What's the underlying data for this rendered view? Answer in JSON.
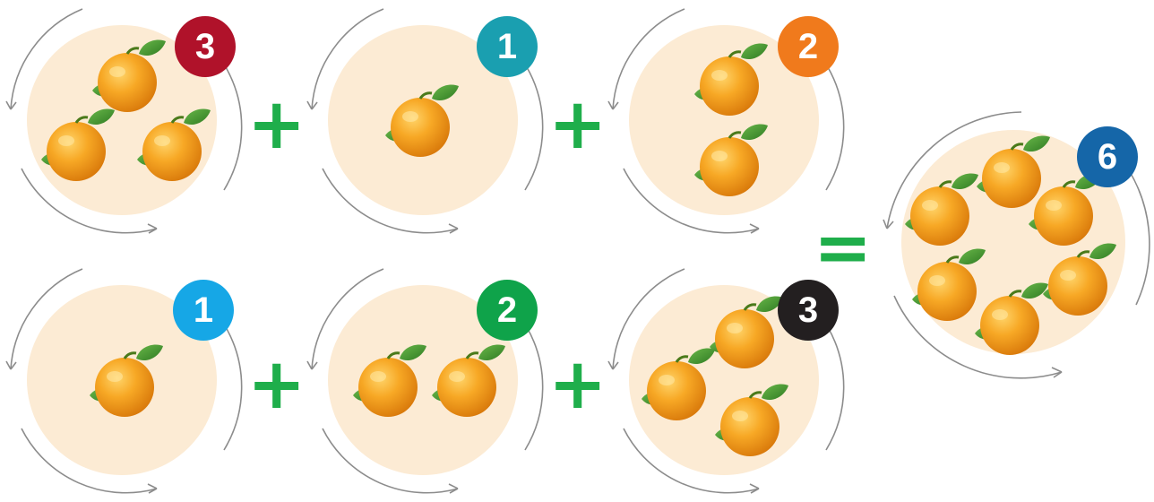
{
  "colors": {
    "plate": "#fcebd4",
    "arrow": "#8c8c8c",
    "operator": "#1fae4b"
  },
  "operators": {
    "plus": "+",
    "equals": "="
  },
  "groups": [
    {
      "count": "3",
      "badge_color": "#b0122a"
    },
    {
      "count": "1",
      "badge_color": "#1a9fb0"
    },
    {
      "count": "2",
      "badge_color": "#f07a1c"
    },
    {
      "count": "1",
      "badge_color": "#16a7e6"
    },
    {
      "count": "2",
      "badge_color": "#0fa34a"
    },
    {
      "count": "3",
      "badge_color": "#231f20"
    }
  ],
  "result": {
    "count": "6",
    "badge_color": "#1566a8"
  },
  "icon": "orange-icon"
}
